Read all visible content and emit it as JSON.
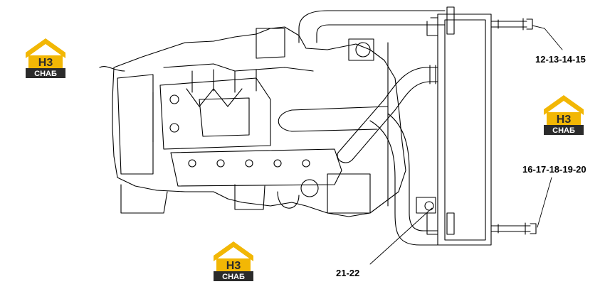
{
  "callouts": {
    "a": "12-13-14-15",
    "b": "16-17-18-19-20",
    "c": "21-22"
  },
  "logo": {
    "mark": "H3",
    "word": "СНАБ",
    "accent": "#f2b705",
    "dark": "#2b2b2b"
  },
  "colors": {
    "line": "#000000",
    "background": "#ffffff"
  }
}
